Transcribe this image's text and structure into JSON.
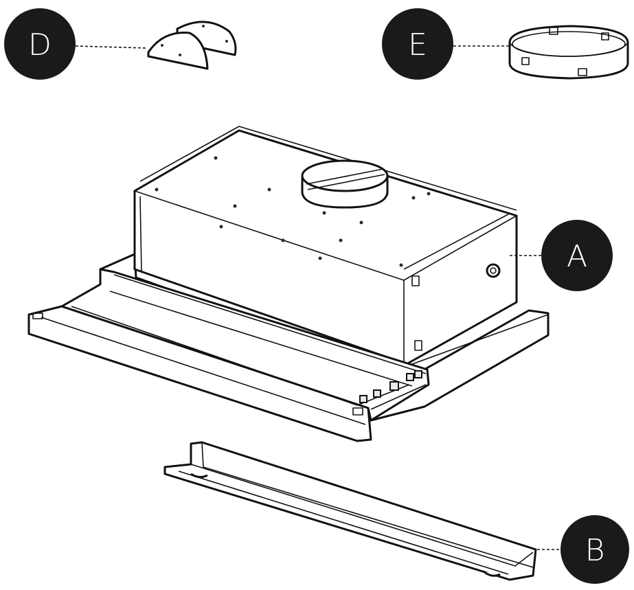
{
  "callouts": {
    "a": "A",
    "b": "B",
    "d": "D",
    "e": "E"
  },
  "colors": {
    "badge": "#1a1a1a",
    "badge_text": "#ffffff",
    "line": "#111111"
  }
}
